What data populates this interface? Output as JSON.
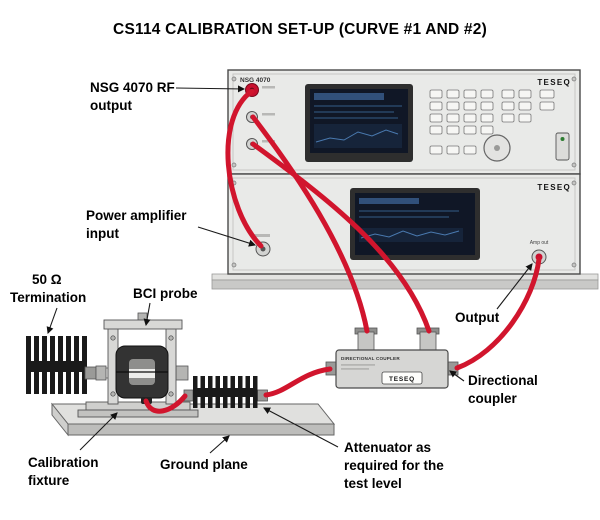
{
  "title": "CS114 CALIBRATION SET-UP (CURVE #1 AND #2)",
  "colors": {
    "cable_red": "#d1152d",
    "connector_red": "#c8102e",
    "panel_gray": "#e9eae8",
    "screen_dark": "#101726",
    "fin_black": "#1a1a1a"
  },
  "annotations": {
    "nsg_rf_output": [
      "NSG 4070 RF",
      "output"
    ],
    "power_amp_input": [
      "Power amplifier",
      "input"
    ],
    "termination": [
      "50 Ω",
      "Termination"
    ],
    "bci_probe": "BCI probe",
    "output": "Output",
    "directional_coupler": [
      "Directional",
      "coupler"
    ],
    "calibration_fixture": [
      "Calibration",
      "fixture"
    ],
    "ground_plane": "Ground plane",
    "attenuator": [
      "Attenuator as",
      "required for the",
      "test level"
    ]
  },
  "devices": {
    "signal_generator": {
      "model": "NSG 4070",
      "brand": "TESEQ"
    },
    "power_amplifier": {
      "brand": "TESEQ",
      "output_port": "Amp out"
    },
    "directional_coupler": {
      "name": "DIRECTIONAL COUPLER",
      "brand": "TESEQ"
    }
  }
}
